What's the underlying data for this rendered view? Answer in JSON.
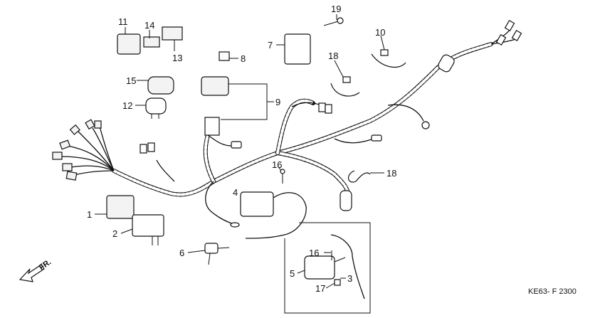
{
  "diagram": {
    "code": "KE63- F 2300",
    "direction": "FR.",
    "callouts": [
      "1",
      "2",
      "3",
      "4",
      "5",
      "6",
      "7",
      "8",
      "9",
      "10",
      "11",
      "12",
      "13",
      "14",
      "15",
      "16",
      "16",
      "17",
      "18",
      "18",
      "19"
    ]
  }
}
